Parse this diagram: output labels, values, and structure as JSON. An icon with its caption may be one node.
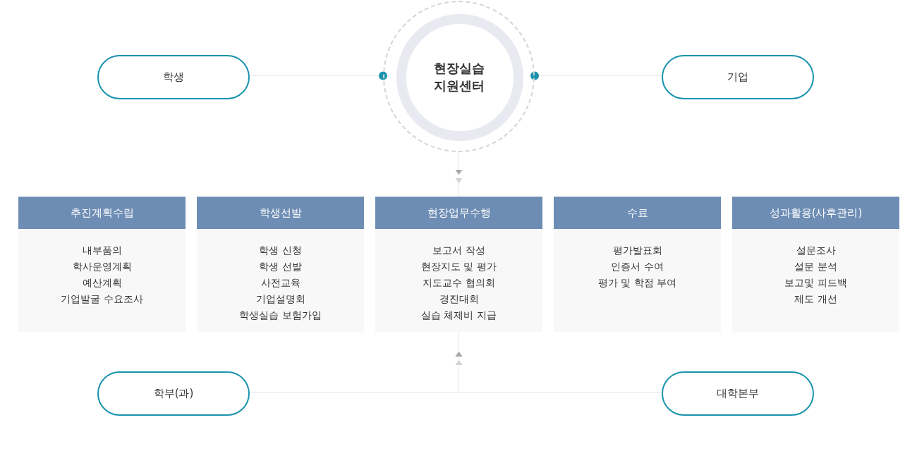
{
  "diagram": {
    "nodes": [
      {
        "text": [
          "학생"
        ]
      },
      {
        "text": [
          "현장실습 지원센터"
        ]
      },
      {
        "text": [
          "기업"
        ]
      },
      {
        "text": [
          "추진계획수립",
          "내부품의",
          "학사운영계획",
          "예산계획",
          "기업발굴 수요조사"
        ]
      },
      {
        "text": [
          "학생선발",
          "학생 신청",
          "학생 선발",
          "사전교육",
          "기업설명회",
          "학생실습 보험가입"
        ]
      },
      {
        "text": [
          "현장업무수행",
          "보고서 작성",
          "현장지도 및 평가",
          "지도교수 협의회",
          "경진대회",
          "실습 체제비 지급"
        ]
      },
      {
        "text": [
          "수료",
          "평가발표회",
          "인증서 수여",
          "평가 및 학점 부여"
        ]
      },
      {
        "text": [
          "성과활용(사후관리)",
          "설문조사",
          "설문 분석",
          "보고및 피드백",
          "제도 개선"
        ]
      },
      {
        "text": [
          "학부(과)"
        ]
      },
      {
        "text": [
          "대학본부"
        ]
      }
    ],
    "edges": [
      {
        "from": 0,
        "to": 1,
        "arrow": "other"
      },
      {
        "from": 2,
        "to": 1,
        "arrow": "other"
      },
      {
        "from": 1,
        "to": 5,
        "arrow": "to"
      },
      {
        "from": 8,
        "to": 5,
        "arrow": "to"
      },
      {
        "from": 9,
        "to": 5,
        "arrow": "to"
      }
    ]
  }
}
